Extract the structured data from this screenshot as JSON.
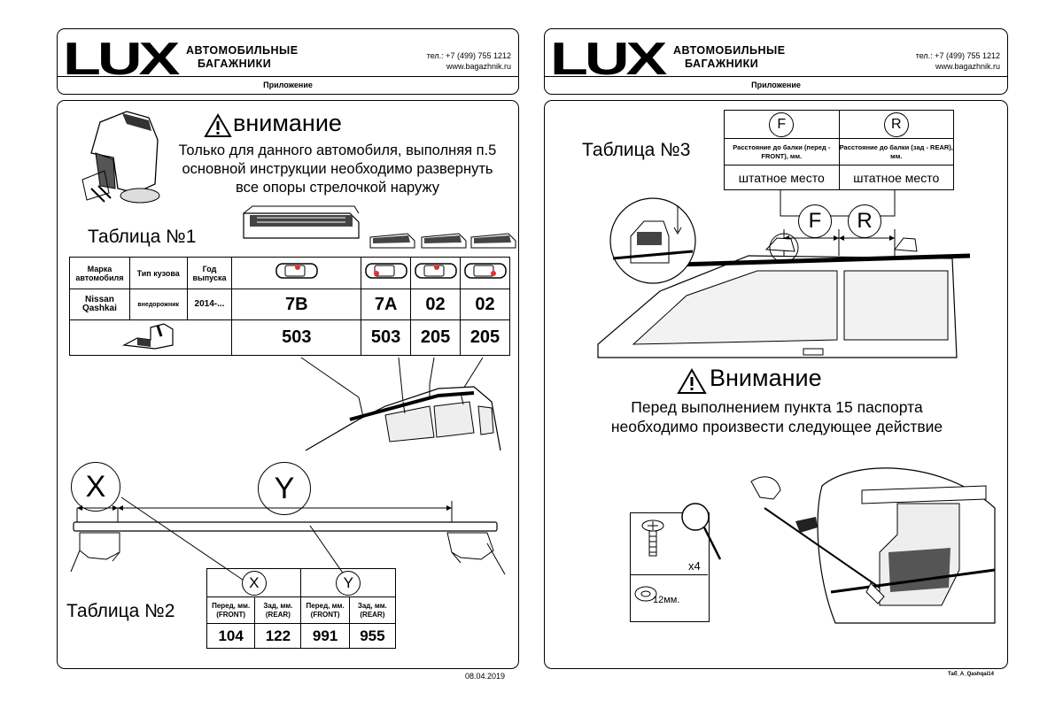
{
  "brand": {
    "logo": "LUX",
    "line1": "АВТОМОБИЛЬНЫЕ",
    "line2": "БАГАЖНИКИ",
    "phone": "тел.: +7 (499) 755 1212",
    "site": "www.bagazhnik.ru",
    "subtitle": "Приложение"
  },
  "left": {
    "warning_title": "внимание",
    "warning_text": [
      "Только для данного автомобиля, выполняя п.5",
      "основной инструкции необходимо развернуть",
      "все опоры стрелочкой наружу"
    ],
    "table1": {
      "title": "Таблица №1",
      "headers": [
        "Марка автомобиля",
        "Тип кузова",
        "Год выпуска"
      ],
      "make": "Nissan Qashkai",
      "body": "внедорожник",
      "year": "2014-...",
      "row1": [
        "7B",
        "7A",
        "02",
        "02"
      ],
      "row2": [
        "503",
        "503",
        "205",
        "205"
      ]
    },
    "dims": {
      "x": "X",
      "y": "Y"
    },
    "table2": {
      "title": "Таблица №2",
      "x": "X",
      "y": "Y",
      "headers": [
        "Перед, мм. (FRONT)",
        "Зад, мм. (REAR)",
        "Перед, мм. (FRONT)",
        "Зад, мм. (REAR)"
      ],
      "values": [
        "104",
        "122",
        "991",
        "955"
      ]
    },
    "date": "08.04.2019"
  },
  "right": {
    "table3": {
      "title": "Таблица №3",
      "f": "F",
      "r": "R",
      "header_f": "Расстояние до балки (перед - FRONT), мм.",
      "header_r": "Расстояние до балки (зад - REAR), мм.",
      "value_f": "штатное место",
      "value_r": "штатное место"
    },
    "warning_title": "Внимание",
    "warning_text": [
      "Перед выполнением пункта 15 паспорта",
      "необходимо произвести следующее действие"
    ],
    "kit_qty": "x4",
    "kit_size": "12мм.",
    "code": "Таб_А_Qashqai14"
  }
}
